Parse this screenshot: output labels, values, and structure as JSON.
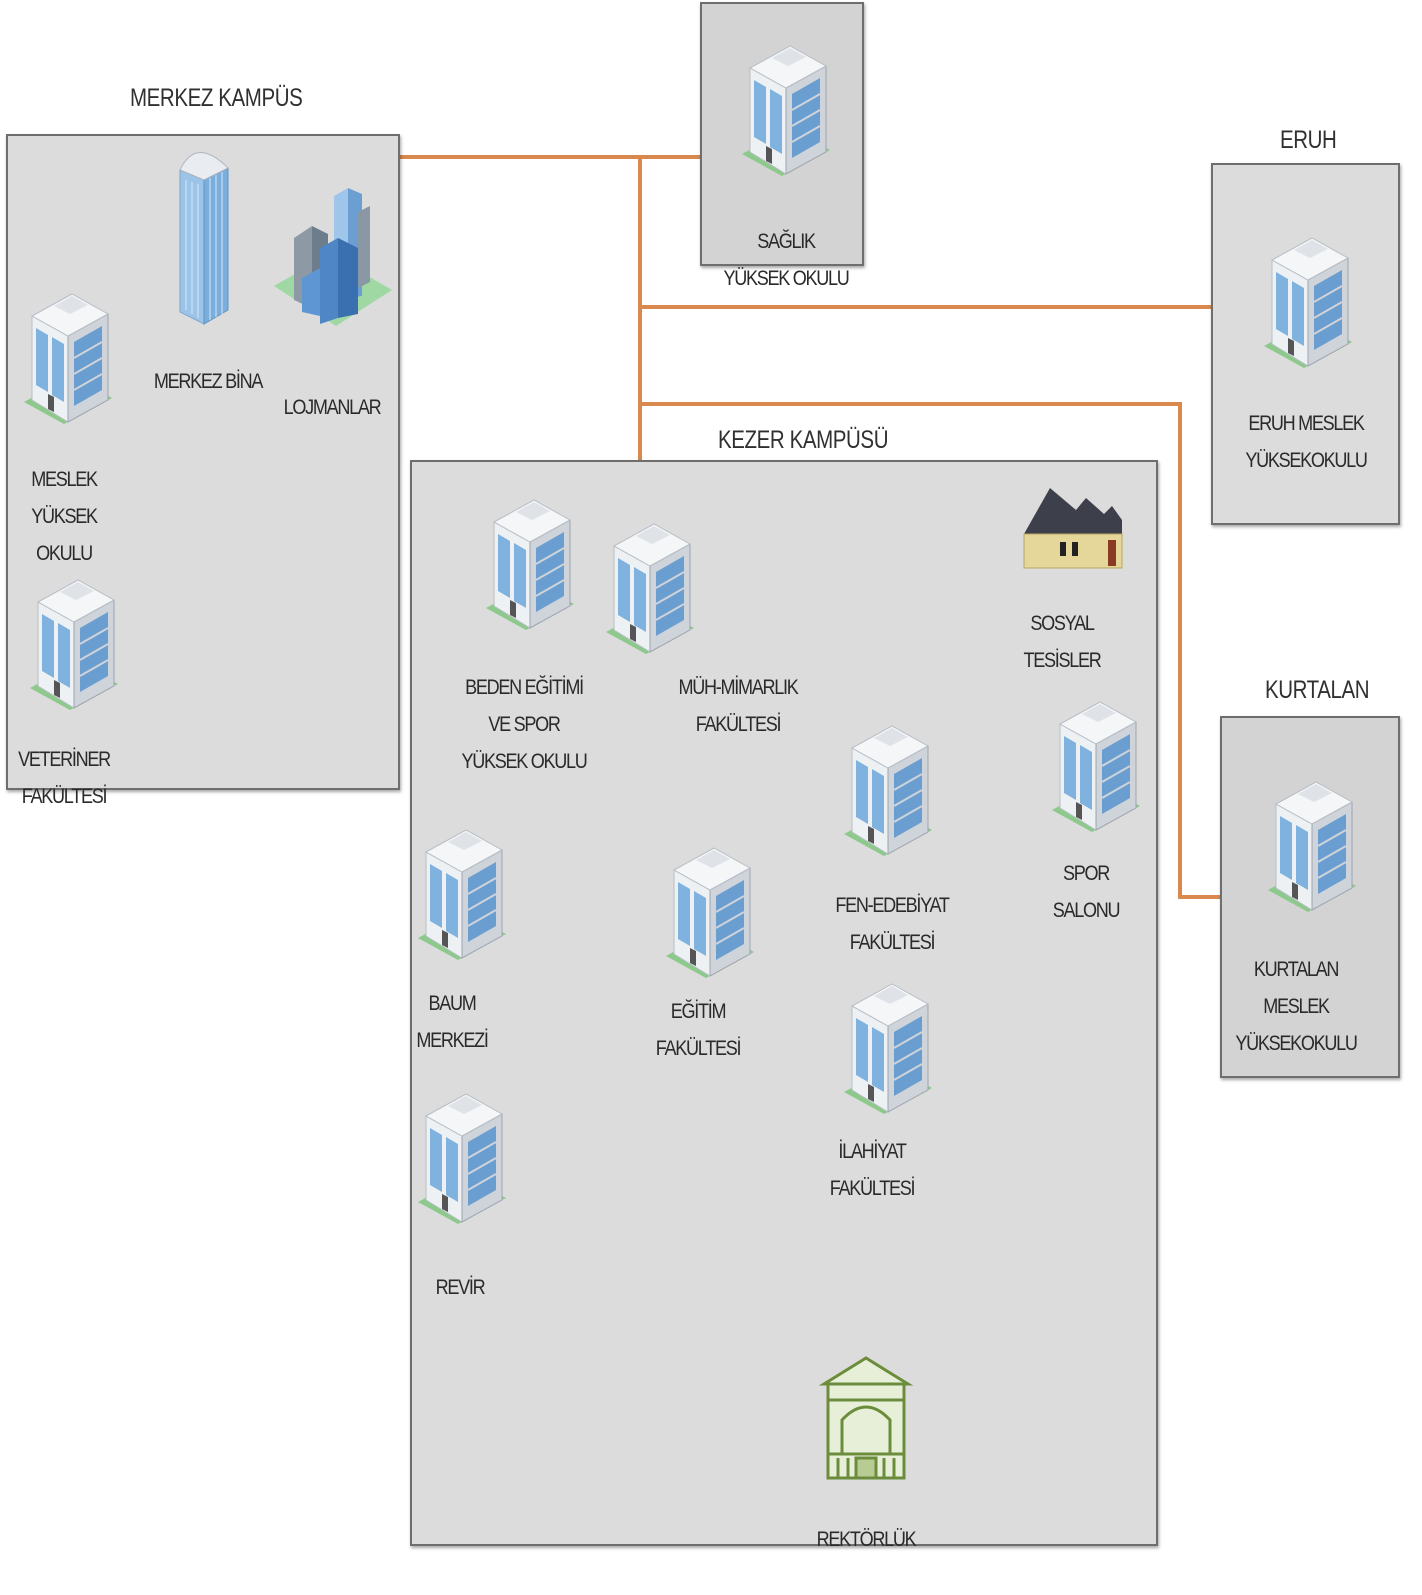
{
  "regions": {
    "merkez": "MERKEZ KAMPÜS",
    "kezer": "KEZER KAMPÜSÜ",
    "eruh": "ERUH",
    "kurtalan": "KURTALAN"
  },
  "buildings": {
    "saglik": [
      "SAĞLIK",
      "YÜKSEK OKULU"
    ],
    "merkez_bina": [
      "MERKEZ BİNA"
    ],
    "lojmanlar": [
      "LOJMANLAR"
    ],
    "meslek": [
      "MESLEK",
      "YÜKSEK",
      "OKULU"
    ],
    "veteriner": [
      "VETERİNER",
      "FAKÜLTESİ"
    ],
    "eruh_meslek": [
      "ERUH MESLEK",
      "YÜKSEKOKULU"
    ],
    "kurtalan_meslek": [
      "KURTALAN",
      "MESLEK",
      "YÜKSEKOKULU"
    ],
    "beden": [
      "BEDEN EĞİTİMİ",
      "VE SPOR",
      "YÜKSEK OKULU"
    ],
    "muh": [
      "MÜH-MİMARLIK",
      "FAKÜLTESİ"
    ],
    "sosyal": [
      "SOSYAL",
      "TESİSLER"
    ],
    "spor": [
      "SPOR",
      "SALONU"
    ],
    "fen": [
      "FEN-EDEBİYAT",
      "FAKÜLTESİ"
    ],
    "baum": [
      "BAUM",
      "MERKEZİ"
    ],
    "egitim": [
      "EĞİTİM",
      "FAKÜLTESİ"
    ],
    "ilahiyat": [
      "İLAHİYAT",
      "FAKÜLTESİ"
    ],
    "revir": [
      "REVİR"
    ],
    "rektorluk": [
      "REKTÖRLÜK"
    ]
  },
  "colors": {
    "link": "#d9894e",
    "region_fill": "#dcdcdc",
    "building_glass": "#6fa8dc",
    "building_wall": "#e8e8e8",
    "rektorluk": "#6b8c3a"
  },
  "icons": {
    "office": "office-building-icon",
    "tower": "tower-building-icon",
    "city": "city-towers-icon",
    "house": "house-icon",
    "hall": "classical-hall-icon"
  }
}
